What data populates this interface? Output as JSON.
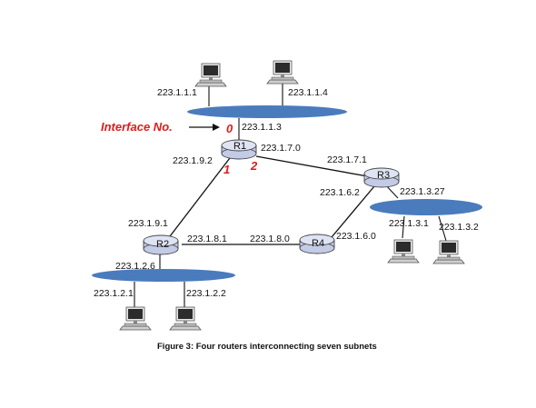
{
  "colors": {
    "subnet": "#4a7bbd",
    "router_fill": "#d6dcf0",
    "router_stroke": "#444444",
    "link": "#111111",
    "annotation": "#e01b1b"
  },
  "annotation": {
    "label": "Interface No.",
    "arrow_icon": "arrow-right-icon"
  },
  "routers": {
    "r1": "R1",
    "r2": "R2",
    "r3": "R3",
    "r4": "R4"
  },
  "interface_numbers": {
    "r1_if0": "0",
    "r1_if1": "1",
    "r1_if2": "2"
  },
  "addresses": {
    "h_1_1_1": "223.1.1.1",
    "h_1_1_4": "223.1.1.4",
    "r1_1_1_3": "223.1.1.3",
    "r1_1_7_0": "223.1.7.0",
    "r1_1_9_2": "223.1.9.2",
    "r3_1_7_1": "223.1.7.1",
    "r3_1_6_2": "223.1.6.2",
    "r3_1_3_27": "223.1.3.27",
    "h_1_3_1": "223.1.3.1",
    "h_1_3_2": "223.1.3.2",
    "r2_1_9_1": "223.1.9.1",
    "r2_1_8_1": "223.1.8.1",
    "r4_1_8_0": "223.1.8.0",
    "r4_1_6_0": "223.1.6.0",
    "r2_1_2_6": "223.1.2.6",
    "h_1_2_1": "223.1.2.1",
    "h_1_2_2": "223.1.2.2"
  },
  "caption": "Figure 3: Four routers interconnecting seven subnets"
}
